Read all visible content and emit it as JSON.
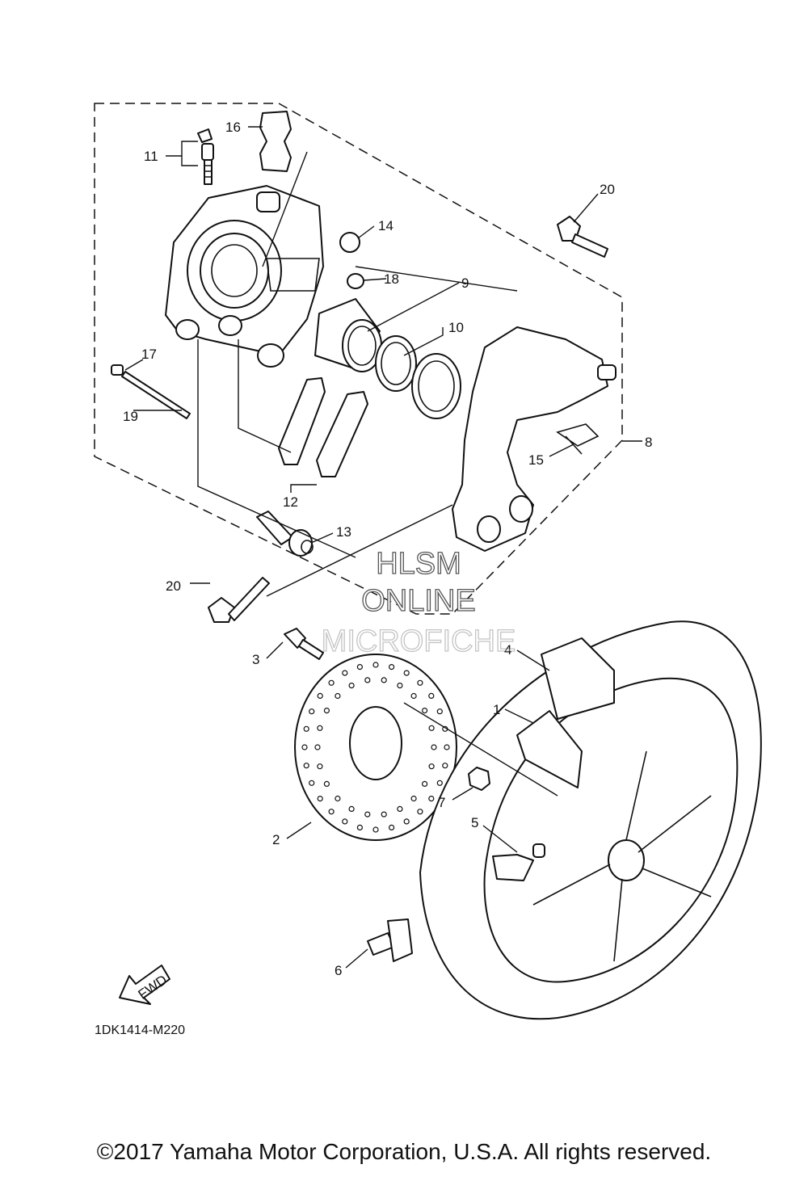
{
  "callouts": {
    "c1": "1",
    "c2": "2",
    "c3": "3",
    "c4": "4",
    "c5": "5",
    "c6": "6",
    "c7": "7",
    "c8": "8",
    "c9": "9",
    "c10": "10",
    "c11": "11",
    "c12": "12",
    "c13": "13",
    "c14": "14",
    "c15": "15",
    "c16": "16",
    "c17": "17",
    "c18": "18",
    "c19": "19",
    "c20a": "20",
    "c20b": "20"
  },
  "direction_label": "FWD",
  "diagram_code": "1DK1414-M220",
  "watermark": {
    "line1": "HLSM",
    "line2": "ONLINE",
    "line3": "MICROFICHE"
  },
  "copyright": "©2017 Yamaha Motor Corporation, U.S.A. All rights reserved."
}
